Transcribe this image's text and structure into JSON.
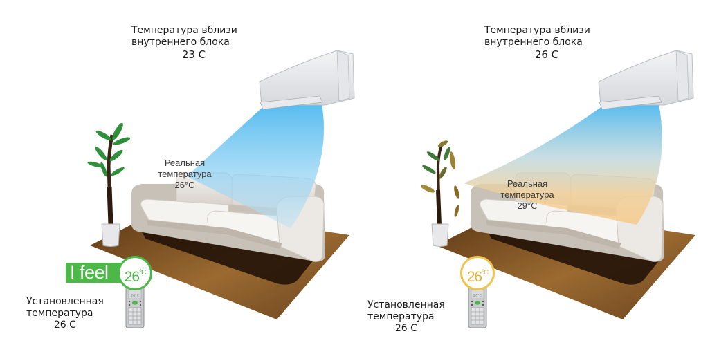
{
  "title": "I feel function comparison",
  "colors": {
    "cool_air": "#5bc0ef",
    "warm_air": "#f5c98a",
    "ifeel_green": "#4cb848",
    "normal_yellow": "#f0c44a",
    "carpet": "#7a4f22",
    "carpet_shadow": "#2a170b"
  },
  "left_scene": {
    "indoor_unit_label": "Температура вблизи внутреннего блока",
    "indoor_unit_temp": "23 С",
    "real_temp_label_line1": "Реальная",
    "real_temp_label_line2": "температура",
    "real_temp_value": "26°C",
    "ifeel_badge": "I feel",
    "remote_circle_temp": "26",
    "remote_circle_unit": "°C",
    "remote_screen": "26°C",
    "set_temp_label_line1": "Установленная",
    "set_temp_label_line2": "температура",
    "set_temp_value": "26 С",
    "plant_state": "healthy",
    "airflow": "cool"
  },
  "right_scene": {
    "indoor_unit_label": "Температура вблизи внутреннего блока",
    "indoor_unit_temp": "26 С",
    "real_temp_label_line1": "Реальная",
    "real_temp_label_line2": "температура",
    "real_temp_value": "29°C",
    "remote_circle_temp": "26",
    "remote_circle_unit": "°C",
    "remote_screen": "26°C",
    "set_temp_label_line1": "Установленная",
    "set_temp_label_line2": "температура",
    "set_temp_value": "26 С",
    "plant_state": "wilting",
    "airflow": "cool-to-warm"
  },
  "icons": [
    "air-conditioner-icon",
    "plant-icon",
    "sofa-icon",
    "carpet-icon",
    "remote-control-icon"
  ]
}
